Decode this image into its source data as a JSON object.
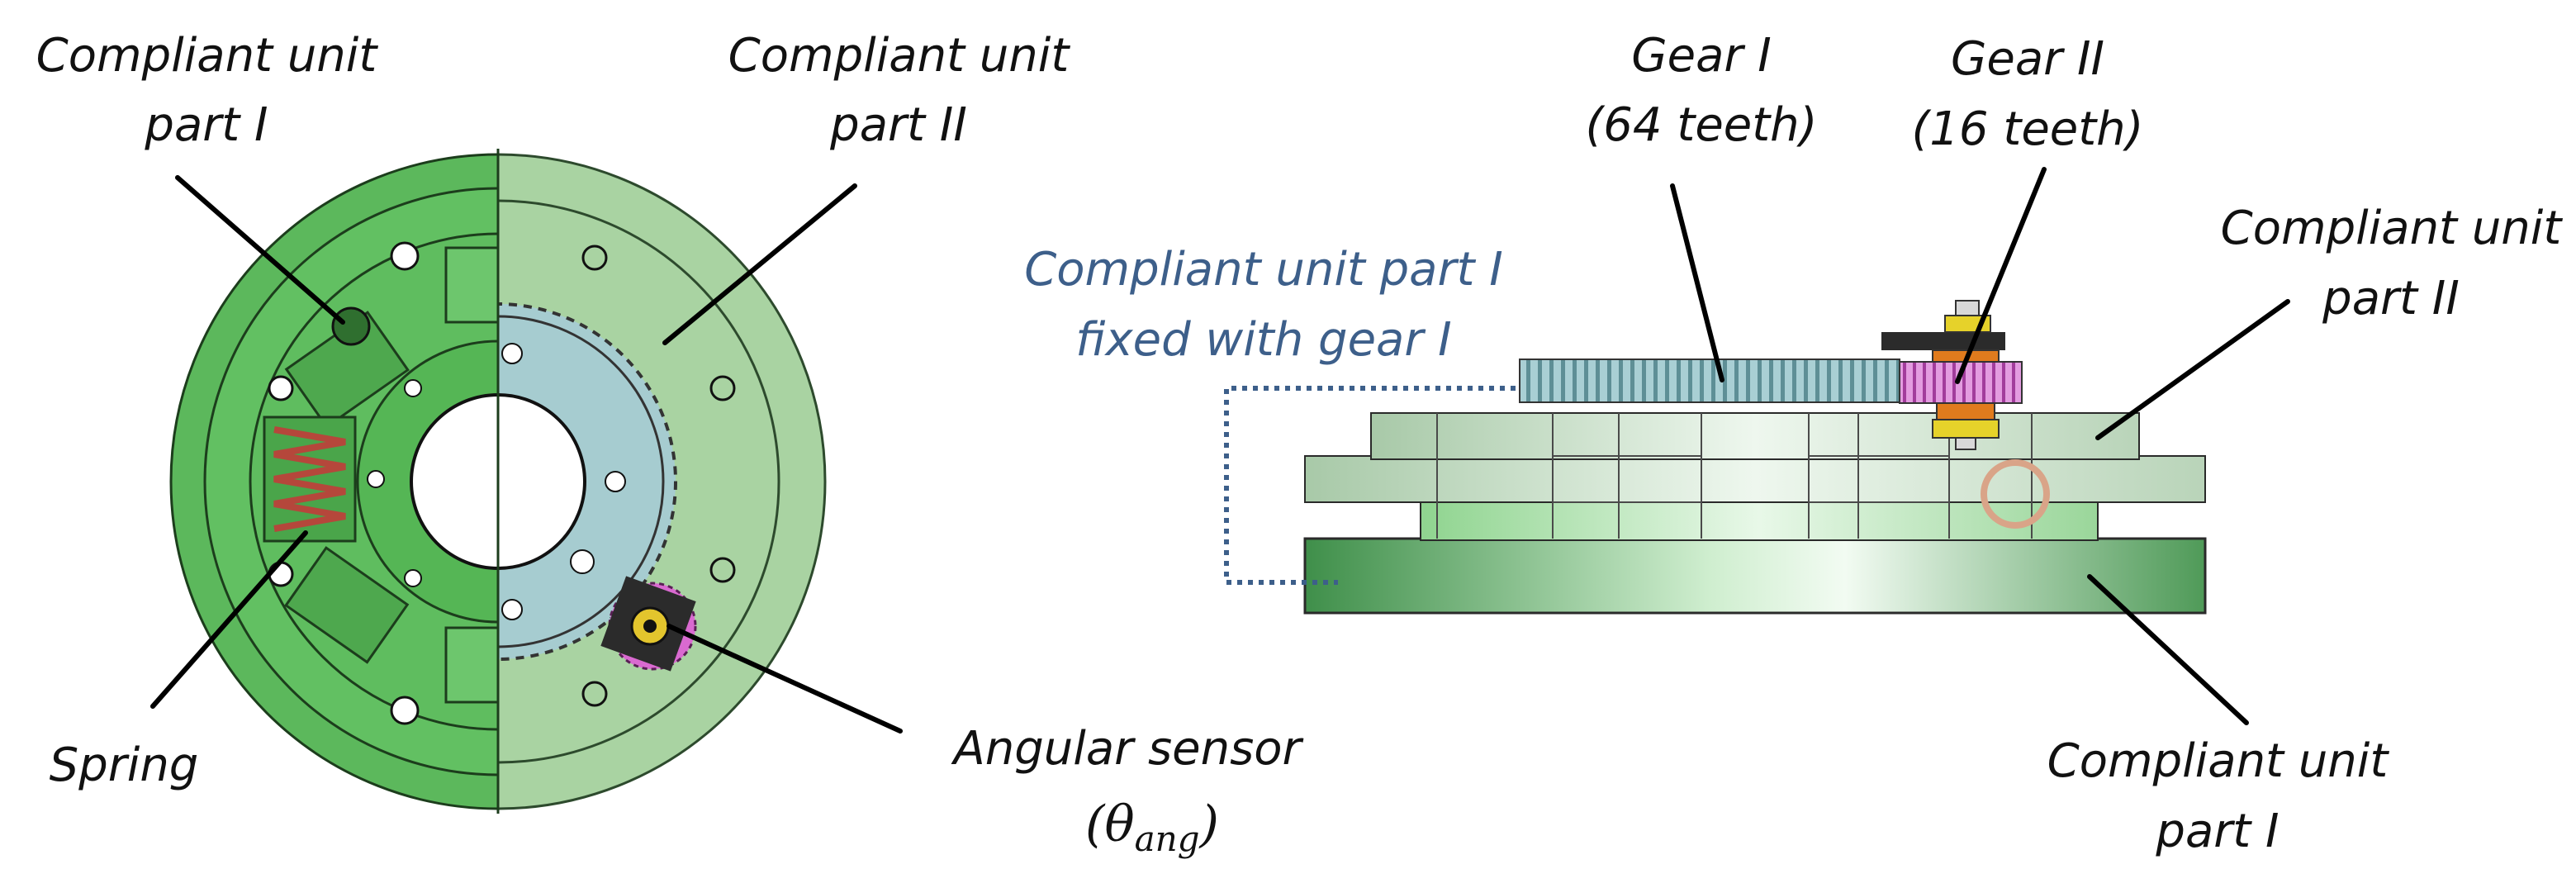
{
  "labels": {
    "left_part1_l1": "Compliant unit",
    "left_part1_l2": "part I",
    "left_part2_l1": "Compliant unit",
    "left_part2_l2": "part II",
    "spring": "Spring",
    "sensor_l1": "Angular sensor",
    "sensor_l2": "(θ",
    "sensor_sub": "ang",
    "sensor_close": ")",
    "gear1_l1": "Gear I",
    "gear1_l2": "(64 teeth)",
    "gear2_l1": "Gear II",
    "gear2_l2": "(16 teeth)",
    "blue_l1": "Compliant unit part I",
    "blue_l2": "fixed with gear I",
    "right_part2_l1": "Compliant unit",
    "right_part2_l2": "part II",
    "right_part1_l1": "Compliant unit",
    "right_part1_l2": "part I"
  },
  "colors": {
    "green_dark": "#5cb85c",
    "green_light": "#a9d3a2",
    "gear_blue": "#a6ccd0",
    "spring_red": "#b5473b",
    "gear_pink": "#d96ad0",
    "sensor_dark": "#2b2b2b",
    "annotation_blue": "#3d5f8a"
  }
}
